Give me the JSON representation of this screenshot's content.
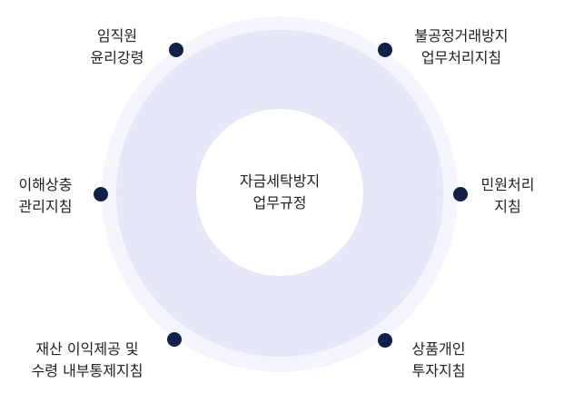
{
  "diagram": {
    "center": {
      "line1": "자금세탁방지",
      "line2": "업무규정"
    },
    "nodes": [
      {
        "id": "top-left",
        "line1": "임직원",
        "line2": "윤리강령"
      },
      {
        "id": "top-right",
        "line1": "불공정거래방지",
        "line2": "업무처리지침"
      },
      {
        "id": "mid-right",
        "line1": "민원처리",
        "line2": "지침"
      },
      {
        "id": "bottom-right",
        "line1": "상품개인",
        "line2": "투자지침"
      },
      {
        "id": "bottom-left",
        "line1": "재산 이익제공 및",
        "line2": "수령 내부통제지침"
      },
      {
        "id": "mid-left",
        "line1": "이해상충",
        "line2": "관리지침"
      }
    ],
    "colors": {
      "outer_ring": "#f4f5fd",
      "middle_ring": "#e6e7f8",
      "inner_circle": "#ffffff",
      "dot": "#13204a",
      "text": "#222222"
    }
  }
}
